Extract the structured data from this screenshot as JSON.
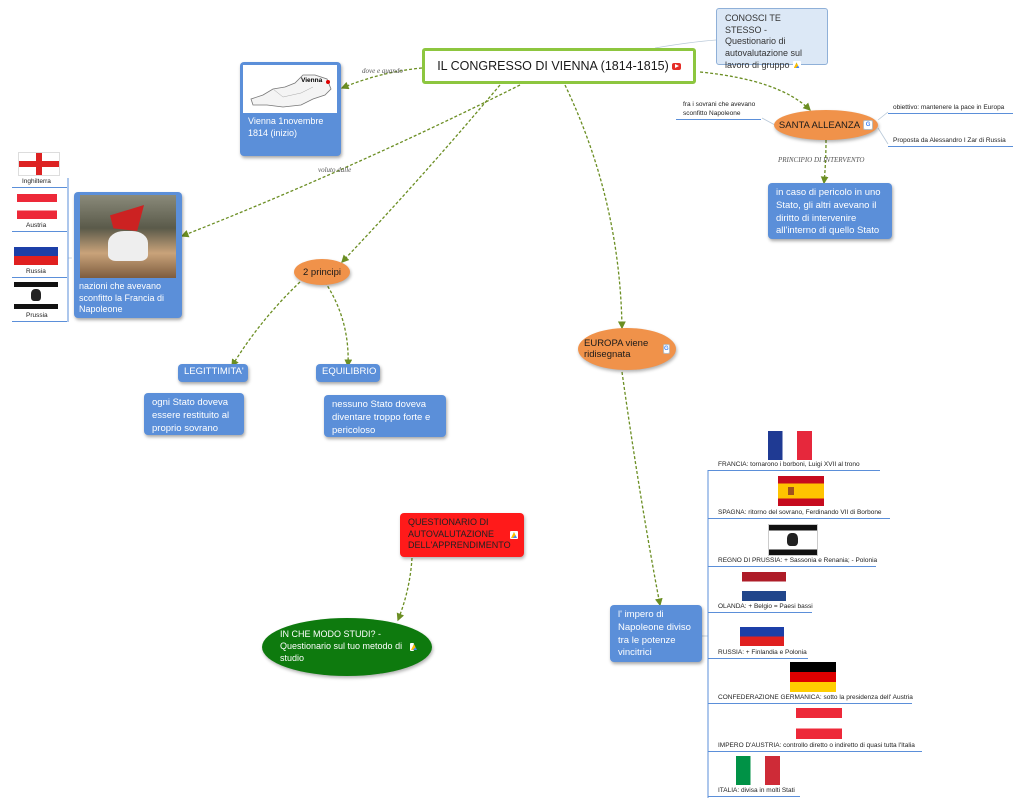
{
  "title": "IL CONGRESSO DI VIENNA (1814-1815)",
  "conosci": "CONOSCI TE STESSO - Questionario di autovalutazione sul lavoro di gruppo",
  "vienna_map_label": "Vienna",
  "vienna_node": "Vienna 1novembre 1814 (inizio)",
  "label_dove": "dove e quando",
  "label_voluto": "voluto dalle",
  "label_principio": "PRINCIPIO DI INTERVENTO",
  "nations_node": "nazioni che avevano sconfitto la Francia di Napoleone",
  "countries": [
    "Inghilterra",
    "Austria",
    "Russia",
    "Prussia"
  ],
  "santa": "SANTA ALLEANZA",
  "santa_left": "fra i sovrani che avevano sconfitto Napoleone",
  "santa_obj": "obiettivo: mantenere la pace in Europa",
  "santa_prop": "Proposta da Alessandro I Zar di Russia",
  "intervento": "in caso di pericolo in uno Stato, gli altri avevano il diritto di intervenire all'interno di quello Stato",
  "principi": "2 principi",
  "legittimita": "LEGITTIMITA'",
  "legittimita_desc": "ogni Stato doveva essere restituito al proprio sovrano",
  "equilibrio": "EQUILIBRIO",
  "equilibrio_desc": "nessuno Stato doveva diventare troppo forte e pericoloso",
  "europa": "EUROPA viene ridisegnata",
  "impero": "l' impero di Napoleone diviso tra le potenze vincitrici",
  "questionario": "QUESTIONARIO DI AUTOVALUTAZIONE DELL'APPRENDIMENTO",
  "studio": "IN CHE MODO STUDI? - Questionario sul tuo metodo di studio",
  "redistribution": [
    "FRANCIA: tornarono i borboni, Luigi XVII al trono",
    "SPAGNA: ritorno del sovrano, Ferdinando VII di Borbone",
    "REGNO DI PRUSSIA: + Sassonia e Renania; - Polonia",
    "OLANDA: + Belgio = Paesi bassi",
    "RUSSIA: + Finlandia  e Polonia",
    "CONFEDERAZIONE GERMANICA: sotto la presidenza dell' Austria",
    "IMPERO D'AUSTRIA: controllo diretto o indiretto di quasi tutta l'Italia",
    "ITALIA: divisa in molti Stati"
  ],
  "colors": {
    "blue": "#5b8fd9",
    "orange": "#f0924a",
    "green_border": "#8dc63f",
    "red": "#ff1a1a",
    "dark_green": "#0e7a0e",
    "link": "#6b8e23"
  },
  "icons": [
    "youtube-icon",
    "drive-icon",
    "google-icon",
    "drive-icon",
    "drive-icon"
  ]
}
